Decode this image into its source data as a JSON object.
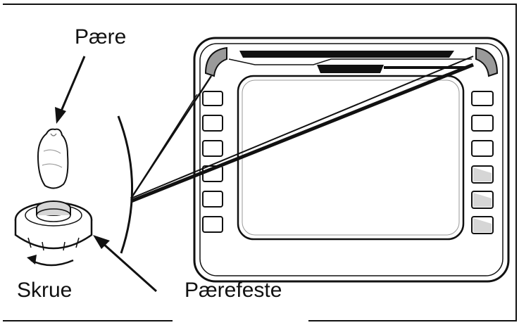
{
  "labels": {
    "bulb": "Pære",
    "screw": "Skrue",
    "socket": "Pærefeste"
  },
  "colors": {
    "line": "#111111",
    "fill": "#ffffff",
    "shade": "#9a9a9a",
    "light_shade": "#d6d6d6"
  }
}
